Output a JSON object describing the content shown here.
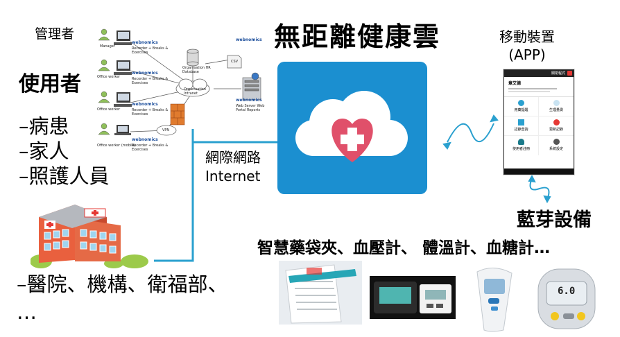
{
  "title": "無距離健康雲",
  "left": {
    "admin_label": "管理者",
    "users_label": "使用者",
    "user_types": [
      "–病患",
      "–家人",
      "–照護人員"
    ],
    "institutions": [
      "–醫院、機構、衛福部、",
      "…"
    ]
  },
  "network": {
    "label_zh": "網際網路",
    "label_en": "Internet",
    "roles": [
      "Manager",
      "Office worker",
      "Office worker",
      "Office worker (mobile)"
    ],
    "brand": "webnomics",
    "recorder_lines": "Recorder + Breaks & Exercises",
    "db_label": "Organisation HR Database",
    "csv_label": "CSV",
    "intranet_label": "Organisation Intranet",
    "vpn_label": "VPN",
    "server_label": "Web Server Web Portal Reports"
  },
  "mobile": {
    "label_line1": "移動裝置",
    "label_line2": "(APP)",
    "header_right": "關閉程式",
    "user_name": "章艾德",
    "menu_items": [
      "用藥提醒",
      "生理量測",
      "記錄查詢",
      "更新記錄",
      "使用者註冊",
      "系統設定"
    ]
  },
  "bluetooth": {
    "label": "藍芽設備",
    "devices_text": "智慧藥袋夾、血壓計、  體溫計、血糖計…"
  },
  "devices": {
    "glucose_reading": "6.0"
  },
  "colors": {
    "cloud_bg": "#1b8fd0",
    "heart": "#e0506a",
    "line": "#2aa0cf",
    "app_red": "#e53935",
    "building": "#e9603e"
  }
}
